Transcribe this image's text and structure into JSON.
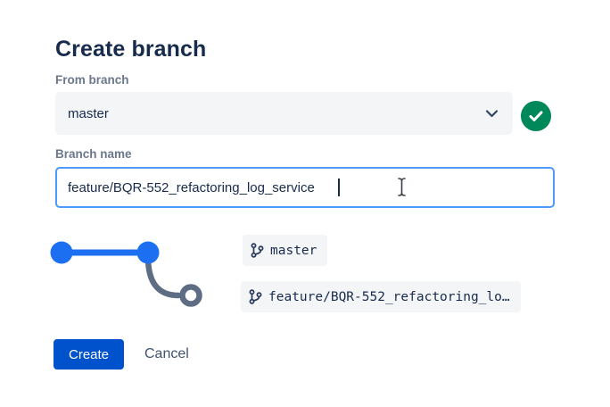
{
  "page": {
    "title": "Create branch"
  },
  "from_branch": {
    "label": "From branch",
    "selected": "master",
    "status_icon": "check-circle-icon",
    "status_color": "#00875A"
  },
  "branch_name": {
    "label": "Branch name",
    "value": "feature/BQR-552_refactoring_log_service"
  },
  "graph": {
    "source_branch_label": "master",
    "new_branch_label": "feature/BQR-552_refactoring_lo…",
    "icon": "git-branch-icon",
    "main_color": "#1D6FF2",
    "new_color": "#5E6C84"
  },
  "actions": {
    "create": "Create",
    "cancel": "Cancel"
  },
  "colors": {
    "primary_button": "#0052CC",
    "focus_border": "#4C9AFF",
    "success": "#00875A",
    "title_text": "#172B4D",
    "label_text": "#6B778C",
    "field_background": "#F4F5F7"
  }
}
